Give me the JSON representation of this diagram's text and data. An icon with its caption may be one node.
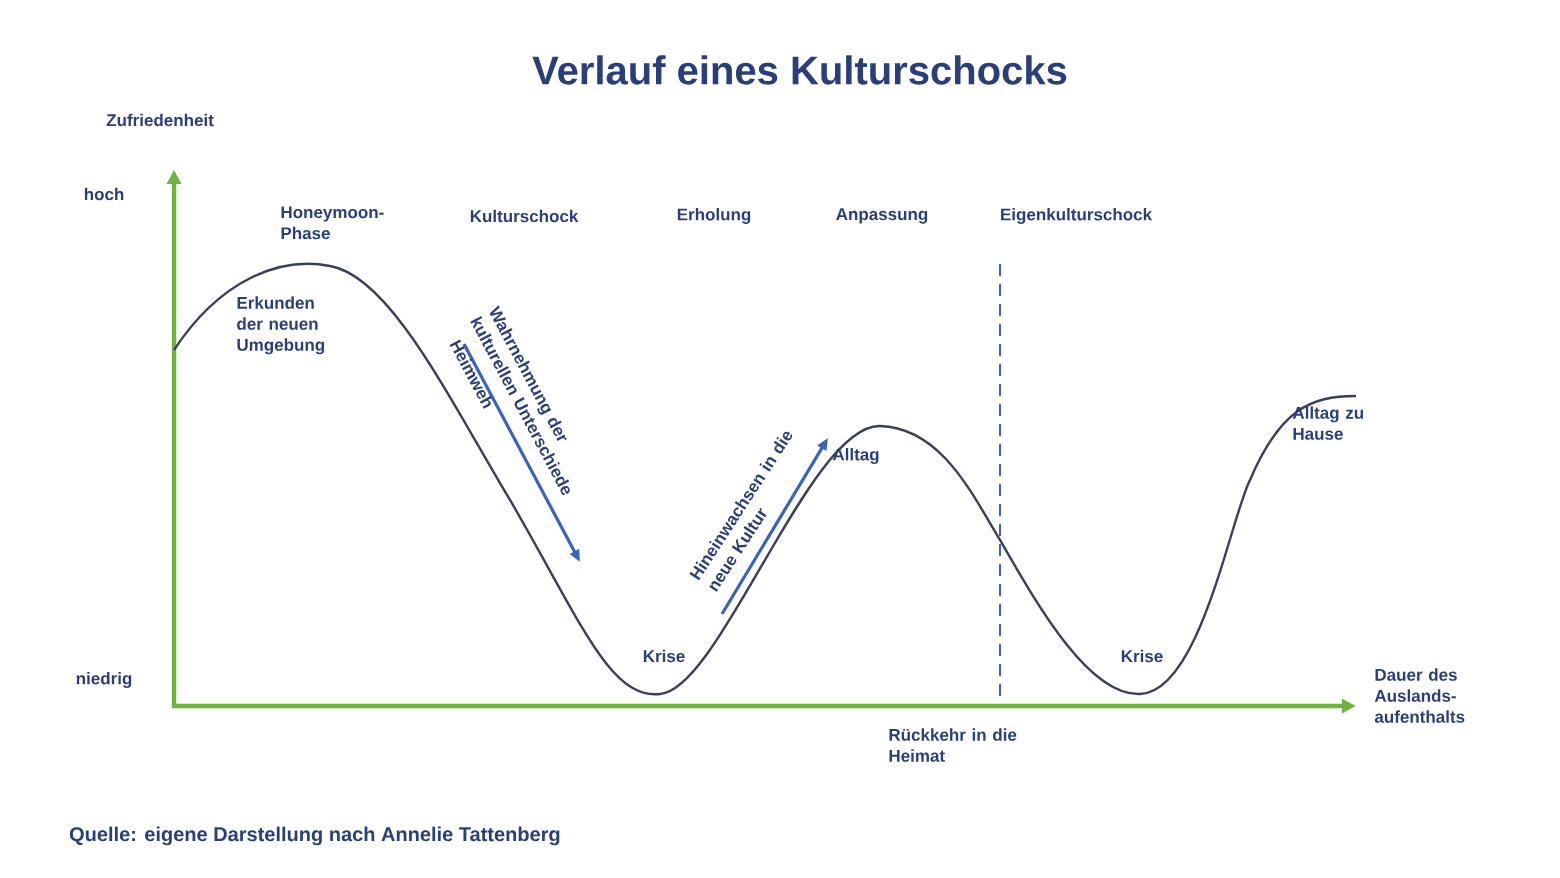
{
  "diagram": {
    "title": "Verlauf eines Kulturschocks",
    "caption": "Quelle:  eigene Darstellung nach Annelie Tattenberg",
    "labels": [
      "Zufriedenheit",
      "hoch",
      "Honeymoon-Phase",
      "Kulturschock",
      "Erholung",
      "Anpassung",
      "Eigenkulturschock",
      "Erkunden der neuen Umgebung",
      "Wahrnehmung der kulturellen Unterschiede",
      "Heimweh",
      "Hineinwachsen in die neue Kultur",
      "Alltag",
      "Alltag zu Hause",
      "Krise",
      "niedrig",
      "Krise",
      "Dauer des Auslands-aufenthalts",
      "Rückkehr in die Heimat"
    ]
  }
}
